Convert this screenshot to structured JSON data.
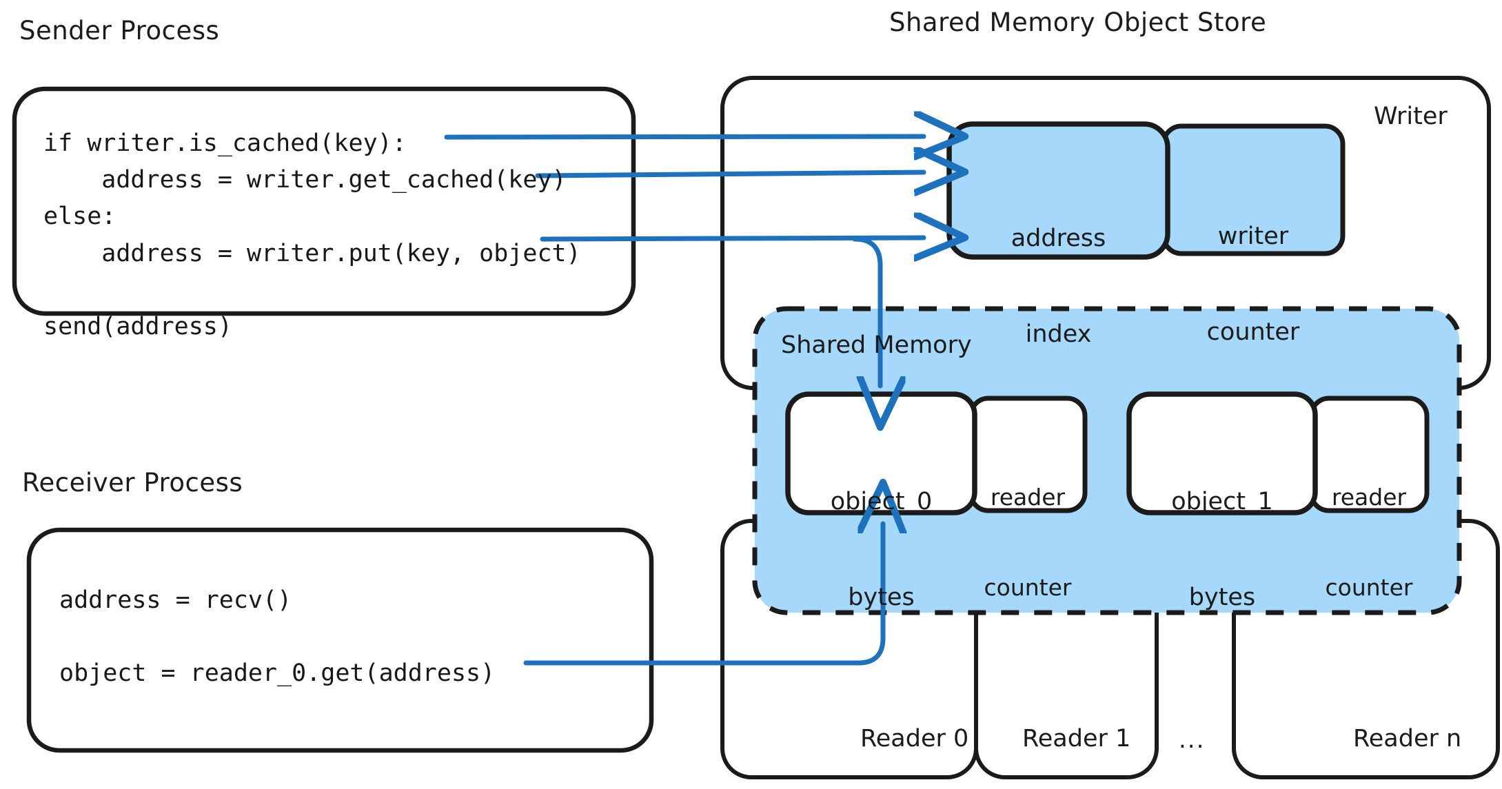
{
  "diagram": {
    "title_sender": "Sender Process",
    "title_receiver": "Receiver Process",
    "title_store": "Shared Memory Object Store",
    "label_writer": "Writer",
    "label_shared_memory": "Shared Memory",
    "colors": {
      "accent_blue_fill": "#a5d8fa",
      "arrow_blue": "#1e72bd",
      "stroke_black": "#1b1b1b",
      "background": "#ffffff"
    }
  },
  "sender": {
    "code": "if writer.is_cached(key):\n    address = writer.get_cached(key)\nelse:\n    address = writer.put(key, object)\n\nsend(address)",
    "lines": [
      "if writer.is_cached(key):",
      "    address = writer.get_cached(key)",
      "else:",
      "    address = writer.put(key, object)",
      "",
      "send(address)"
    ]
  },
  "receiver": {
    "code": "address = recv()\n\nobject = reader_0.get(address)",
    "lines": [
      "address = recv()",
      "",
      "object = reader_0.get(address)"
    ]
  },
  "writer_region": {
    "cells": [
      {
        "name": "address-index",
        "line1": "address",
        "line2": "index"
      },
      {
        "name": "writer-counter",
        "line1": "writer",
        "line2": "counter"
      }
    ]
  },
  "shared_memory": {
    "label": "Shared Memory",
    "slots": [
      {
        "object": {
          "line1": "object_0",
          "line2": "bytes"
        },
        "counter": {
          "line1": "reader",
          "line2": "counter"
        }
      },
      {
        "object": {
          "line1": "object_1",
          "line2": "bytes"
        },
        "counter": {
          "line1": "reader",
          "line2": "counter"
        }
      }
    ]
  },
  "readers": {
    "items": [
      {
        "label": "Reader 0"
      },
      {
        "label": "Reader 1"
      },
      {
        "label": "Reader n"
      }
    ],
    "ellipsis": "..."
  },
  "arrows": [
    {
      "name": "is-cached-to-address-index",
      "from": "sender.is_cached",
      "to": "address index"
    },
    {
      "name": "get-cached-to-address-index",
      "from": "sender.get_cached",
      "to": "address index"
    },
    {
      "name": "put-to-address-index",
      "from": "sender.put",
      "to": "address index"
    },
    {
      "name": "put-to-object-0",
      "from": "sender.put",
      "to": "object_0 bytes"
    },
    {
      "name": "reader-get-to-object-0",
      "from": "receiver.reader_0.get",
      "to": "object_0 bytes"
    }
  ]
}
